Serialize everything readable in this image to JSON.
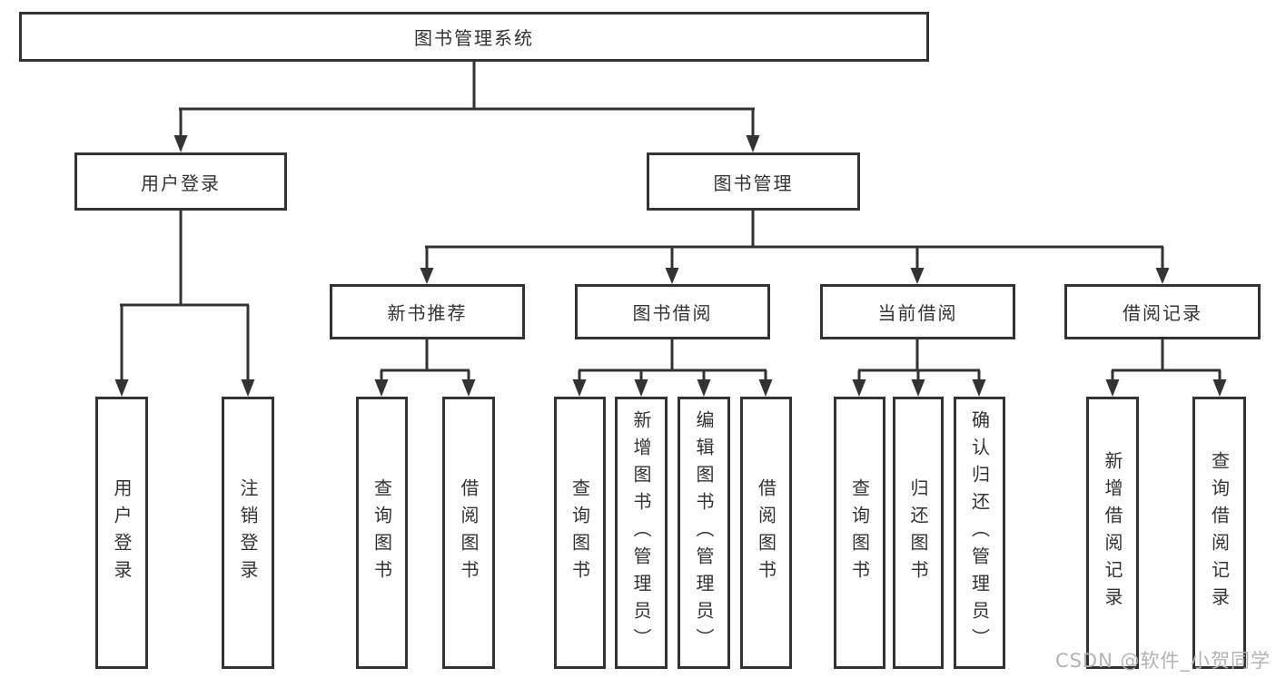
{
  "diagram_title": "图书管理系统",
  "watermark": "CSDN @软件_小贺同学",
  "colors": {
    "line": "#333333",
    "box_border": "#333333",
    "text": "#333333",
    "watermark": "#b3b3b3",
    "background": "#ffffff"
  },
  "tree": {
    "root": {
      "label": "图书管理系统",
      "children": [
        {
          "label": "用户登录",
          "children": [
            {
              "label": "用户登录"
            },
            {
              "label": "注销登录"
            }
          ]
        },
        {
          "label": "图书管理",
          "children": [
            {
              "label": "新书推荐",
              "children": [
                {
                  "label": "查询图书"
                },
                {
                  "label": "借阅图书"
                }
              ]
            },
            {
              "label": "图书借阅",
              "children": [
                {
                  "label": "查询图书"
                },
                {
                  "label": "新增图书（管理员）"
                },
                {
                  "label": "编辑图书（管理员）"
                },
                {
                  "label": "借阅图书"
                }
              ]
            },
            {
              "label": "当前借阅",
              "children": [
                {
                  "label": "查询图书"
                },
                {
                  "label": "归还图书"
                },
                {
                  "label": "确认归还（管理员）"
                }
              ]
            },
            {
              "label": "借阅记录",
              "children": [
                {
                  "label": "新增借阅记录"
                },
                {
                  "label": "查询借阅记录"
                }
              ]
            }
          ]
        }
      ]
    }
  }
}
